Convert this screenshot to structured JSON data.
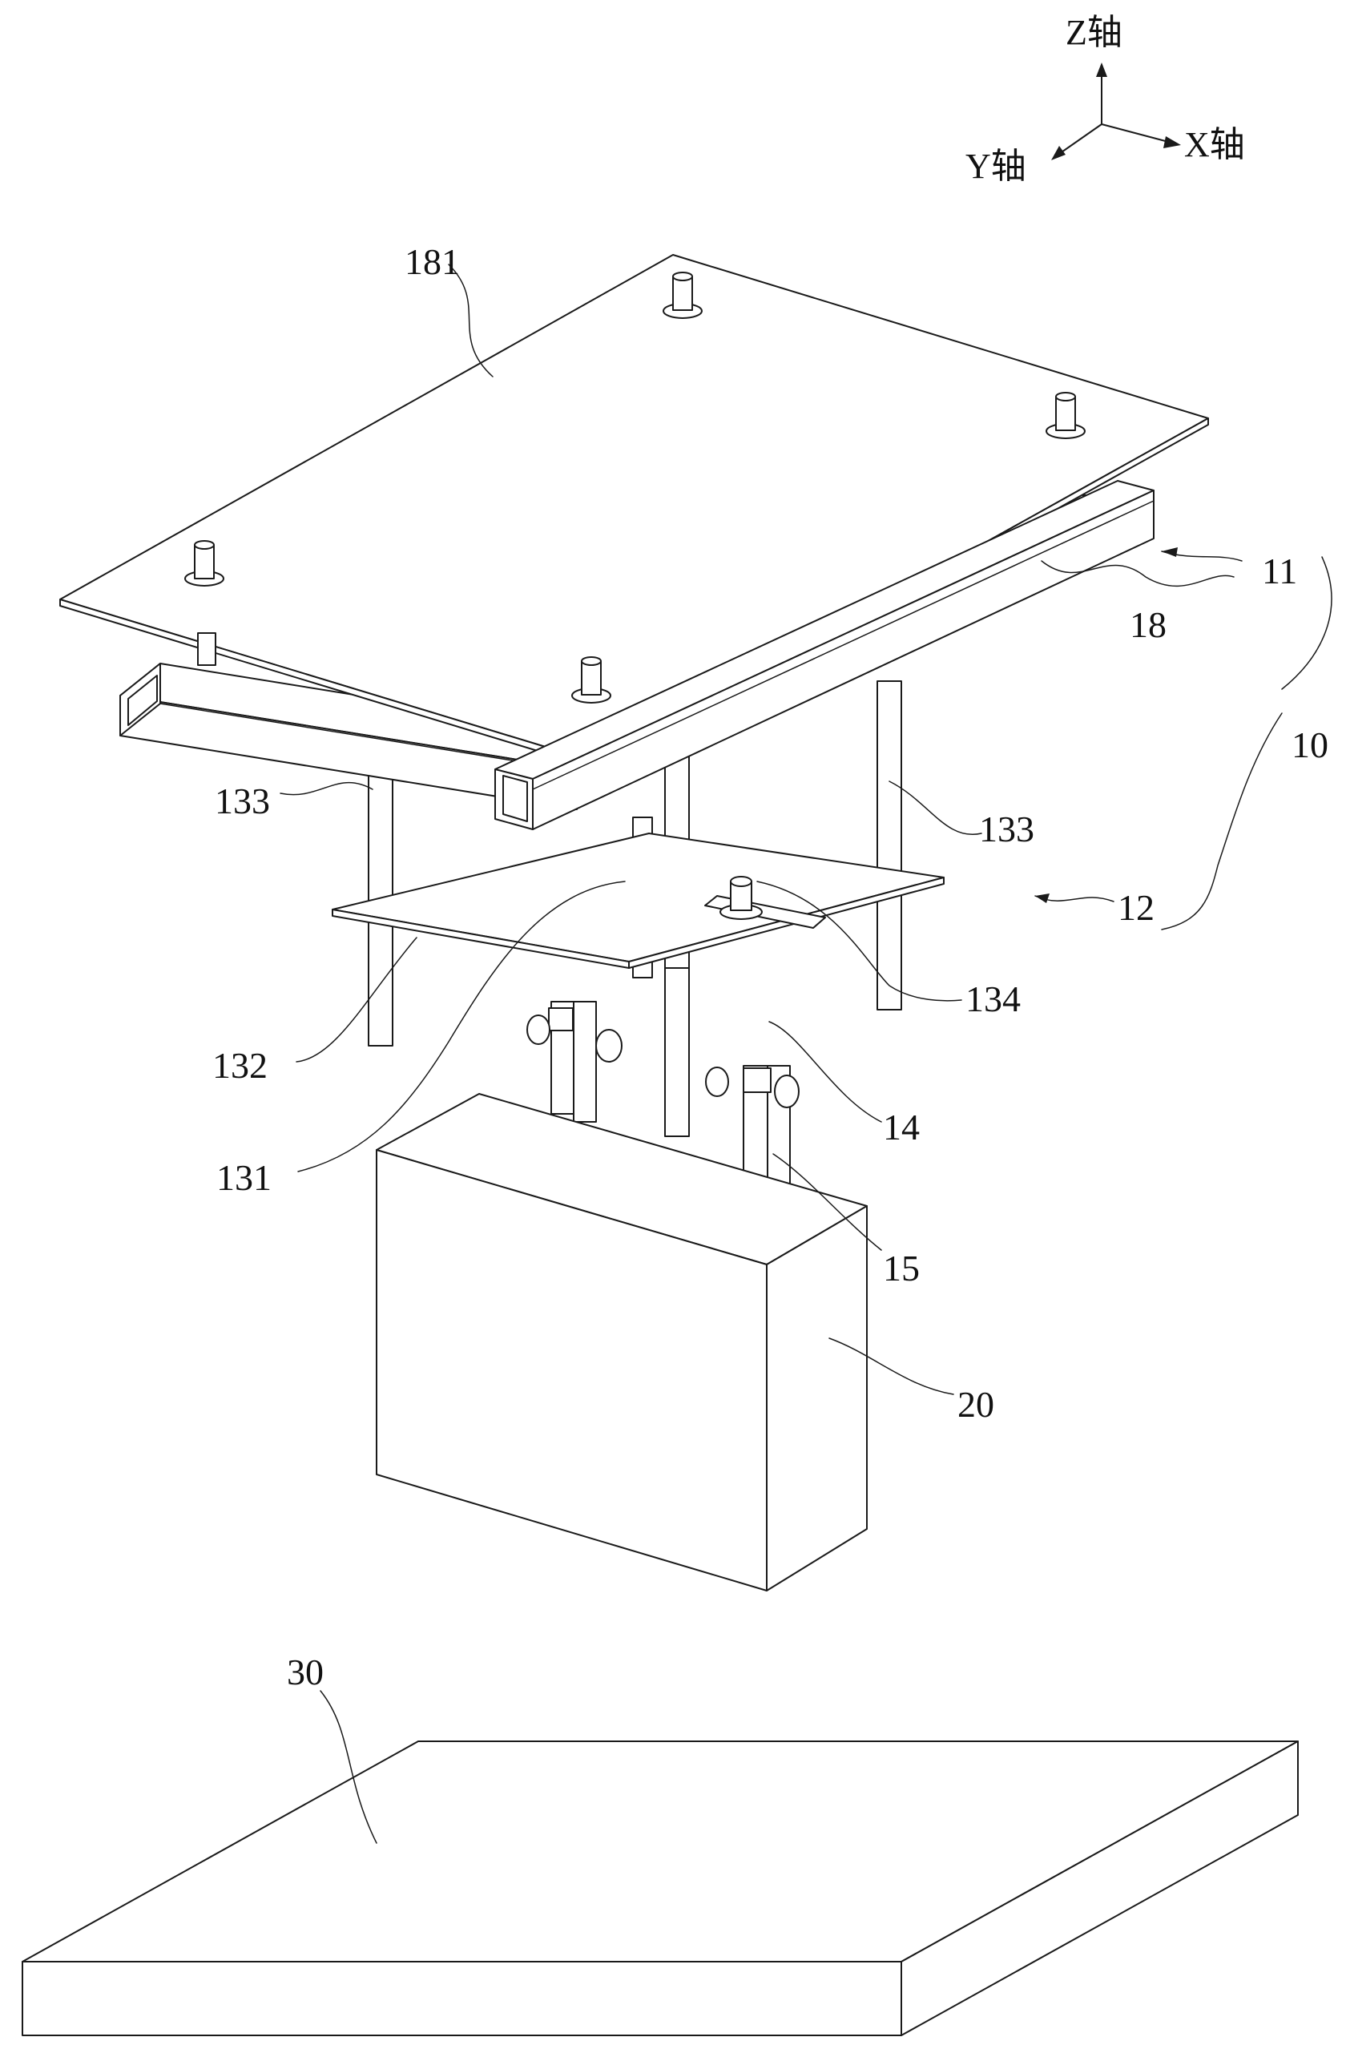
{
  "axes": {
    "z_label": "Z轴",
    "y_label": "Y轴",
    "x_label": "X轴"
  },
  "labels": {
    "l181": "181",
    "l11": "11",
    "l18": "18",
    "l10": "10",
    "l133_left": "133",
    "l133_right": "133",
    "l12": "12",
    "l134": "134",
    "l132": "132",
    "l14": "14",
    "l131": "131",
    "l15": "15",
    "l20": "20",
    "l30": "30"
  }
}
